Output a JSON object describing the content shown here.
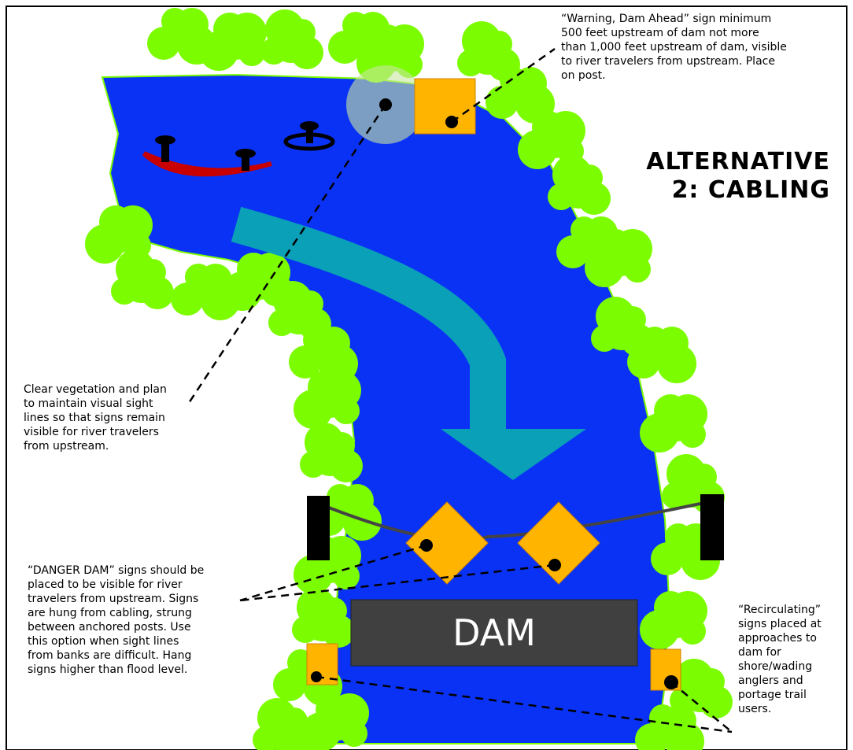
{
  "title": "ALTERNATIVE\n2: CABLING",
  "notes": {
    "warning": "“Warning, Dam Ahead” sign minimum\n500 feet upstream of dam not more\nthan 1,000 feet upstream of dam, visible\nto river travelers from upstream.  Place\non post.",
    "vegetation": "Clear vegetation and plan\nto maintain visual sight\nlines so that signs remain\nvisible for river travelers\nfrom upstream.",
    "danger": "“DANGER DAM” signs should be\nplaced to be visible for river\ntravelers from upstream. Signs\nare hung from cabling, strung\nbetween anchored posts. Use\nthis option when sight lines\nfrom banks are difficult. Hang\nsigns higher than flood level.",
    "recirculating": "“Recirculating”\nsigns placed at\napproaches to\ndam for\nshore/wading\nanglers and\nportage trail\nusers."
  },
  "dam_label": "DAM",
  "colors": {
    "water": "#0a32f5",
    "vegetation": "#7cfc00",
    "flow_arrow": "#0aa0b8",
    "sign": "#ffb400",
    "dam": "#404040",
    "boat": "#c80000",
    "post": "#000000"
  }
}
